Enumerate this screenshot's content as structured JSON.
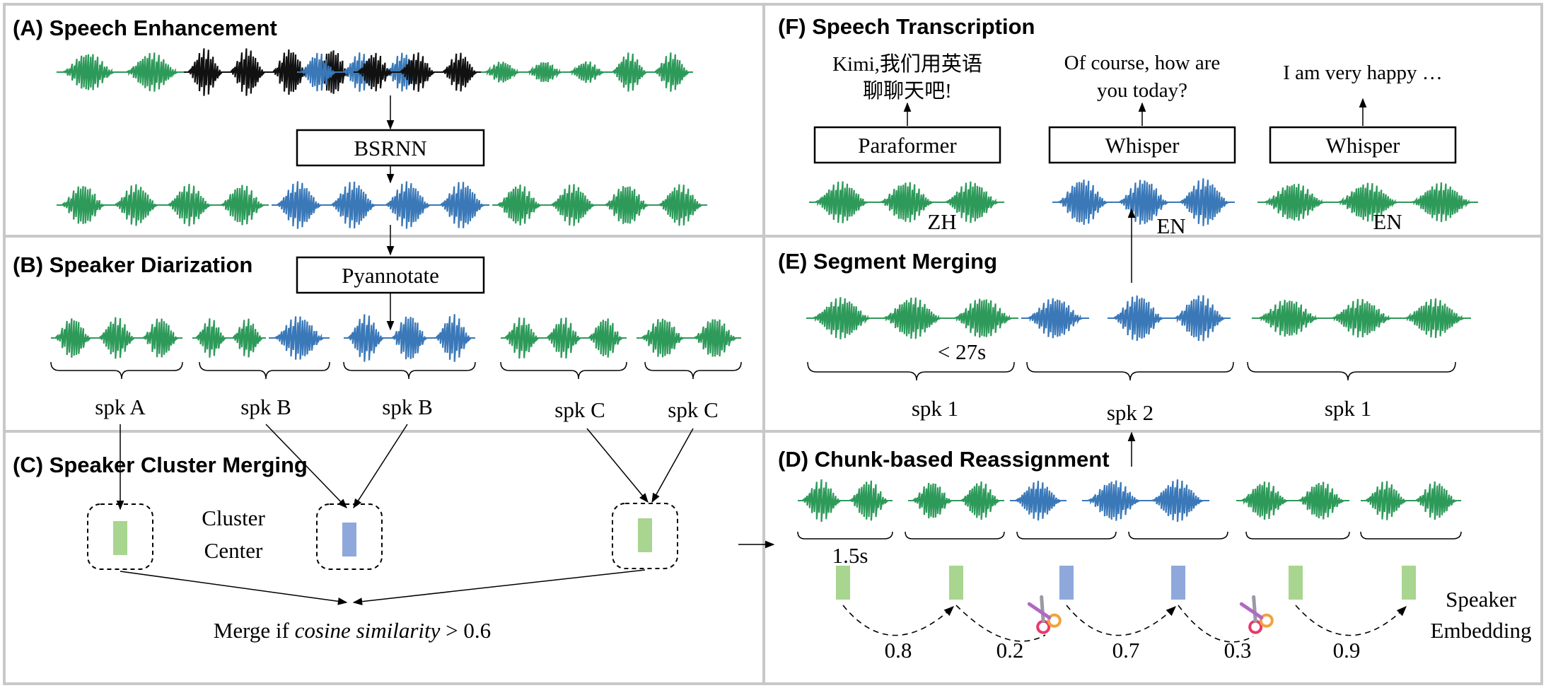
{
  "panels": {
    "A": "(A) Speech Enhancement",
    "B": "(B) Speaker Diarization",
    "C": "(C) Speaker Cluster Merging",
    "D": "(D) Chunk-based Reassignment",
    "E": "(E) Segment Merging",
    "F": "(F) Speech Transcription"
  },
  "models": {
    "bsrnn": "BSRNN",
    "pyannotate": "Pyannotate",
    "paraformer": "Paraformer",
    "whisper_1": "Whisper",
    "whisper_2": "Whisper"
  },
  "speakers_b": [
    "spk A",
    "spk B",
    "spk B",
    "spk C",
    "spk C"
  ],
  "cluster_center": [
    "Cluster",
    "Center"
  ],
  "merge_rule": {
    "prefix": "Merge if ",
    "italic": "cosine similarity",
    "suffix": " > 0.6"
  },
  "speakers_e": [
    "spk 1",
    "spk 2",
    "spk 1"
  ],
  "segment_limit": "< 27s",
  "languages": [
    "ZH",
    "EN",
    "EN"
  ],
  "transcripts": {
    "t1": [
      "Kimi,我们用英语",
      "聊聊天吧!"
    ],
    "t2": [
      "Of course, how are",
      "you today?"
    ],
    "t3": [
      "I am very happy …"
    ]
  },
  "chunk_size": "1.5s",
  "similarities": [
    "0.8",
    "0.2",
    "0.7",
    "0.3",
    "0.9"
  ],
  "speaker_embedding": [
    "Speaker",
    "Embedding"
  ],
  "colors": {
    "green": "#2e9a5a",
    "blue": "#3a78b8",
    "noise": "#111111",
    "emb_green": "#a8d58f",
    "emb_blue": "#8fa8dc",
    "panel_border": "#c8c8c8"
  },
  "icons": [
    "scissors-icon",
    "scissors-icon"
  ]
}
